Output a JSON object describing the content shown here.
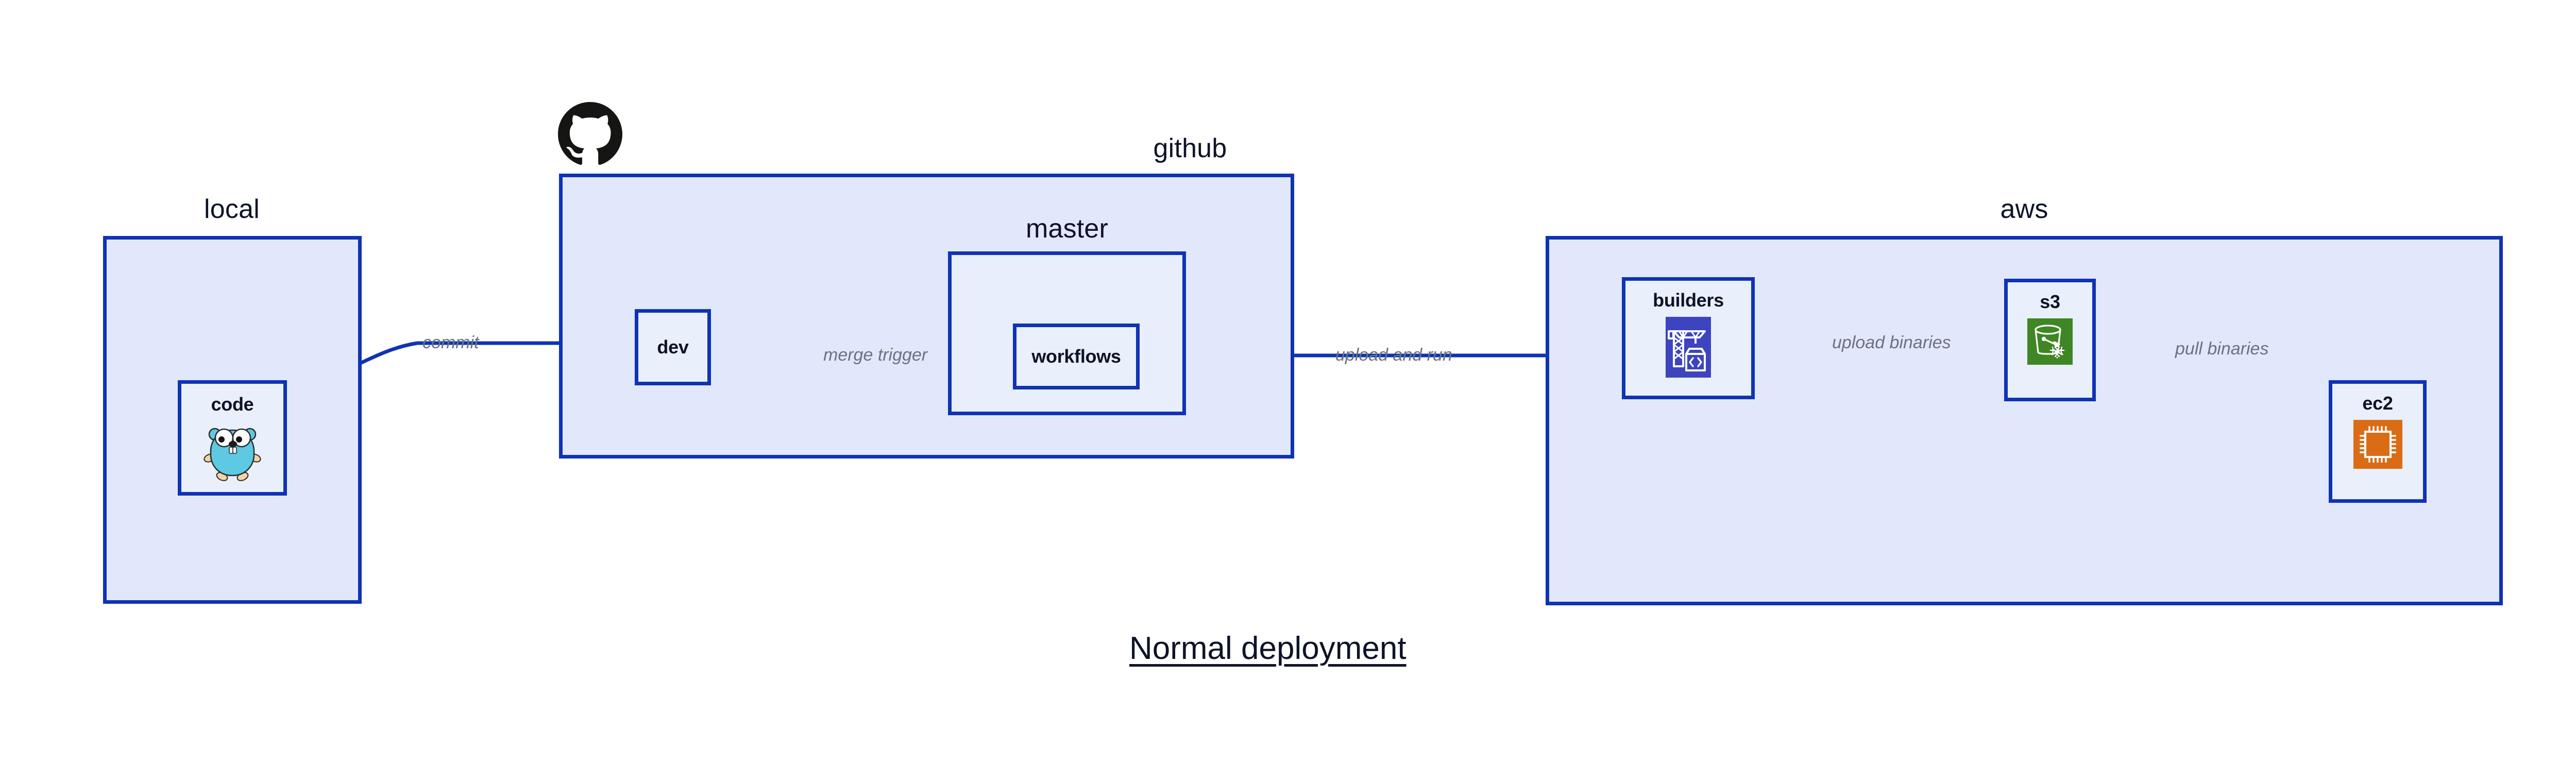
{
  "diagram": {
    "caption": "Normal deployment",
    "accent_color": "#0f33b5",
    "cluster_fill": "#e2e8fb",
    "node_fill": "#eaeffc",
    "label_color": "#0d1327",
    "edge_label_color": "#6b7280"
  },
  "clusters": [
    {
      "id": "local",
      "label": "local"
    },
    {
      "id": "github",
      "label": "github"
    },
    {
      "id": "master",
      "label": "master"
    },
    {
      "id": "aws",
      "label": "aws"
    }
  ],
  "nodes": [
    {
      "id": "code",
      "label": "code",
      "icon": "golang-gopher-icon",
      "icon_color": "#5dc9e2"
    },
    {
      "id": "dev",
      "label": "dev",
      "icon": null,
      "icon_color": null
    },
    {
      "id": "workflows",
      "label": "workflows",
      "icon": null,
      "icon_color": null
    },
    {
      "id": "builders",
      "label": "builders",
      "icon": "aws-codebuild-icon",
      "icon_color": "#3c44bf"
    },
    {
      "id": "s3",
      "label": "s3",
      "icon": "aws-s3-glacier-icon",
      "icon_color": "#3f8624"
    },
    {
      "id": "ec2",
      "label": "ec2",
      "icon": "aws-ec2-icon",
      "icon_color": "#da6c15"
    }
  ],
  "edges": [
    {
      "id": "commit",
      "from": "code",
      "to": "dev",
      "label": "commit"
    },
    {
      "id": "merge-trigger",
      "from": "dev",
      "to": "workflows",
      "label": "merge trigger"
    },
    {
      "id": "upload-and-run",
      "from": "workflows",
      "to": "builders",
      "label": "upload and run"
    },
    {
      "id": "upload-binaries",
      "from": "builders",
      "to": "s3",
      "label": "upload binaries"
    },
    {
      "id": "pull-binaries",
      "from": "s3",
      "to": "ec2",
      "label": "pull binaries"
    }
  ],
  "logos": [
    {
      "id": "github-logo",
      "name": "github-octocat-logo",
      "color": "#151513"
    }
  ]
}
